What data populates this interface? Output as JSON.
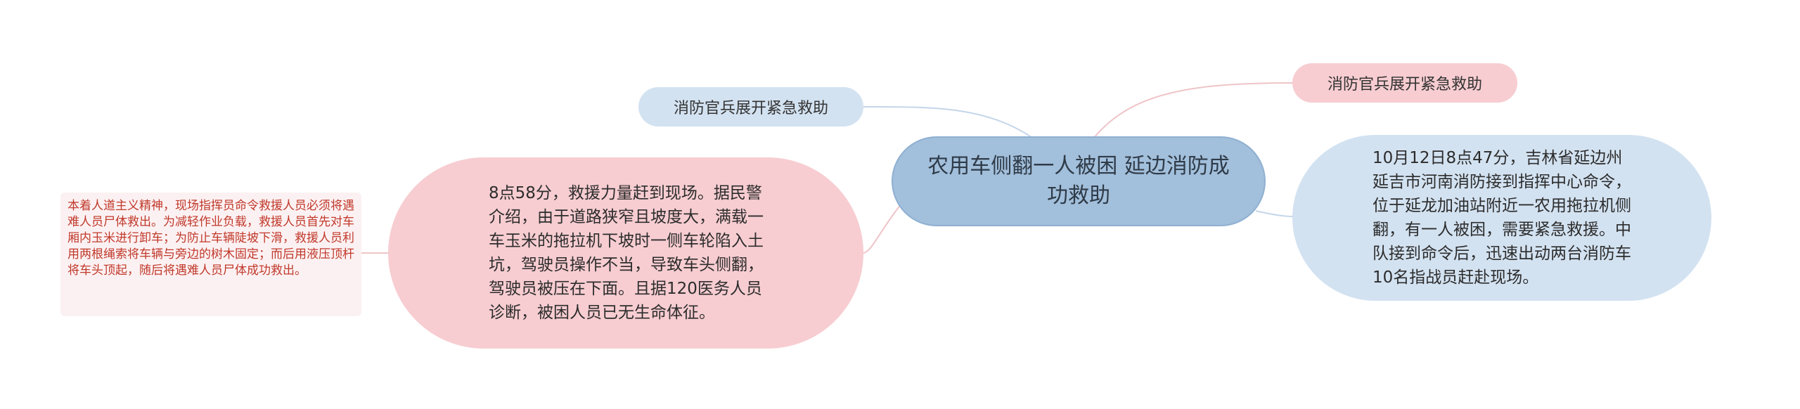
{
  "mindmap": {
    "root": {
      "text": "农用车侧翻一人被困 延边消防成功救助"
    },
    "branches": {
      "left_label": {
        "text": "消防官兵展开紧急救助"
      },
      "left_main": {
        "text": "8点58分，救援力量赶到现场。据民警介绍，由于道路狭窄且坡度大，满载一车玉米的拖拉机下坡时一侧车轮陷入土坑，驾驶员操作不当，导致车头侧翻，驾驶员被压在下面。且据120医务人员诊断，被困人员已无生命体征。"
      },
      "left_detail": {
        "text": "本着人道主义精神，现场指挥员命令救援人员必须将遇难人员尸体救出。为减轻作业负载，救援人员首先对车厢内玉米进行卸车；为防止车辆陡坡下滑，救援人员利用两根绳索将车辆与旁边的树木固定；而后用液压顶杆将车头顶起，随后将遇难人员尸体成功救出。"
      },
      "right_label": {
        "text": "消防官兵展开紧急救助"
      },
      "right_main": {
        "text": "10月12日8点47分，吉林省延边州延吉市河南消防接到指挥中心命令，位于延龙加油站附近一农用拖拉机侧翻，有一人被困，需要紧急救援。中队接到命令后，迅速出动两台消防车10名指战员赶赴现场。"
      }
    }
  },
  "colors": {
    "root_fill": "#a2bfdb",
    "blue_branch": "#d3e2f1",
    "pink_branch": "#f7cdd1",
    "detail_fill": "#fcf1f2",
    "detail_text": "#c0392b",
    "blue_line": "#c4d6ea",
    "pink_line": "#efc4c8"
  }
}
